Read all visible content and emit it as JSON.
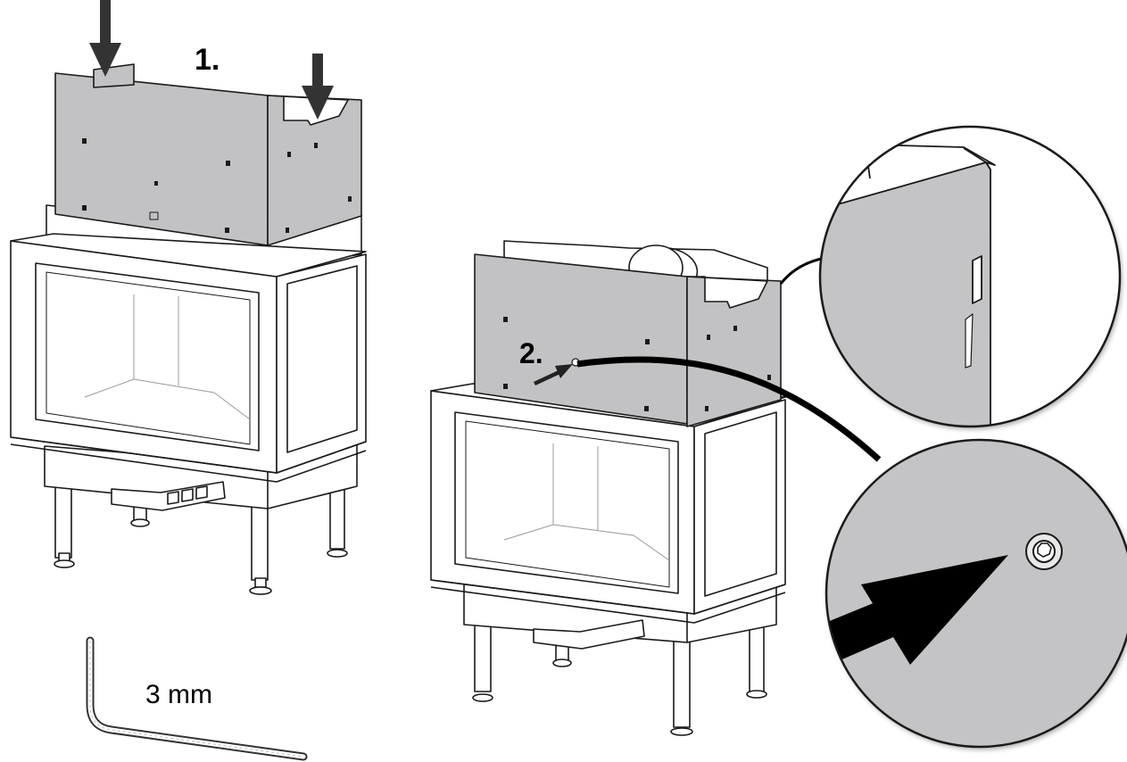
{
  "labels": {
    "step1": "1.",
    "step2": "2.",
    "key_size": "3 mm"
  },
  "icons": [
    "down-arrow-icon",
    "down-arrow-icon",
    "pointer-arrow-icon",
    "allen-key-icon",
    "magnifier-callout"
  ],
  "colors": {
    "panel_fill": "#c2c2c4",
    "callout_fill": "#c4c4c6",
    "line": "#1a1a1a",
    "glass": "#ffffff",
    "arrow": "#111111"
  }
}
